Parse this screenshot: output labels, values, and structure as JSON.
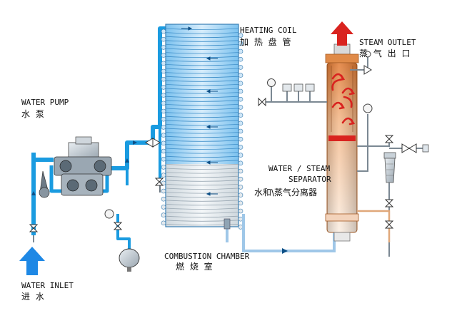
{
  "labels": {
    "heating_coil_en": "HEATING COIL",
    "heating_coil_cn": "加 热 盘 管",
    "steam_outlet_en": "STEAM OUTLET",
    "steam_outlet_cn": "蒸 气 出 口",
    "water_pump_en": "WATER PUMP",
    "water_pump_cn": "水 泵",
    "water_steam_sep_en_1": "WATER / STEAM",
    "water_steam_sep_en_2": "SEPARATOR",
    "water_steam_sep_cn": "水和\\蒸气分离器",
    "combustion_chamber_en": "COMBUSTION CHAMBER",
    "combustion_chamber_cn": "燃 烧 室",
    "water_inlet_en": "WATER INLET",
    "water_inlet_cn": "进  水"
  },
  "colors": {
    "pipe": "#1a9be0",
    "pipe_dark": "#0d6fb0",
    "arrow_blue": "#1e88e5",
    "arrow_red": "#d9231f",
    "separator_top": "#e8954f",
    "separator_bottom": "#f7e6d6",
    "coil_light": "#d6ecfb",
    "coil_dark": "#7cc2ef"
  },
  "icons": [
    "pressure-gauge-icon",
    "valve-icon",
    "pump-icon",
    "filter-icon",
    "flow-arrow-icon"
  ]
}
